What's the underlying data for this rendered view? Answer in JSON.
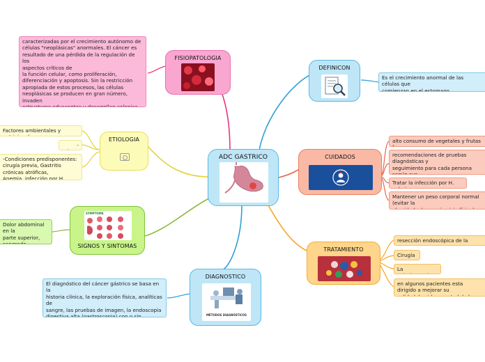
{
  "central": {
    "title": "ADC GASTRICO"
  },
  "branches": {
    "fisiopatologia": {
      "title": "FISIOPATOLOGIA",
      "detail": "caracterizadas por el crecimiento autónomo de\ncélulas \"neoplásicas\" anormales. El cáncer es\nresultado de una pérdida de la regulación de los\naspectos críticos de\nla función celular, como proliferación,\ndiferenciación y apoptosis. Sin la restricción\napropiada de estos procesos, las células\nneoplásicas se producen en gran número, invaden\nestructuras adyacentes y desarrollan colonias\nmetastásicas."
    },
    "etiologia": {
      "title": "ETIOLOGIA",
      "items": [
        "Factores ambientales y nutricionales",
        "-Tabaco",
        "-Condiciones predisponentes:\ncirugía previa, Gastritis crónicas atróficas,\nAnemia, infección por H. pylori."
      ]
    },
    "signos": {
      "title": "SIGNOS Y SINTOMAS",
      "detail": "Dolor abdominal en la\nparte superior, sangrado intestinal, pérdida\nde peso progresiva",
      "image_label": "SYMPTOMS"
    },
    "diagnostico": {
      "title": "DIAGNOSTICO",
      "detail": "El diagnóstico del cáncer gástrico se basa en la\nhistoria clínica, la exploración física, analíticas de\nsangre, las pruebas de imagen, la endoscopia\ndigestiva alta (gastroscopia) con o sin ecografía\nendoscópica",
      "image_label": "MÉTODOS DIAGNÓSTICOS"
    },
    "definicion": {
      "title": "DEFINICON",
      "detail": "Es el crecimiento anormal de las células que\ncomienzan en el estomago"
    },
    "cuidados": {
      "title": "CUIDADOS",
      "items": [
        "alto consumo de vegetales y frutas frescas",
        "recomendaciones de pruebas diagnósticas y\nseguimiento para cada persona según sus\nantecedentes familiares y personales.",
        "Tratar la infección por H. pylori.",
        "Mantener un peso corporal normal (evitar la\nobesidad y hacer ejercicio físico)."
      ]
    },
    "tratamiento": {
      "title": "TRATAMIENTO",
      "items": [
        "resección endoscópica de la mucosa",
        "Cirugía",
        "La quimioterapia",
        "en algunos pacientes esta dirigido a mejorar su\ncalidad de vida y control de los síntomas"
      ]
    }
  },
  "colors": {
    "pink": "#e8347e",
    "yellow": "#e3d33b",
    "green": "#8cb83a",
    "blue": "#2d9fd9",
    "salmon": "#e5654a",
    "orange": "#f5a623"
  }
}
